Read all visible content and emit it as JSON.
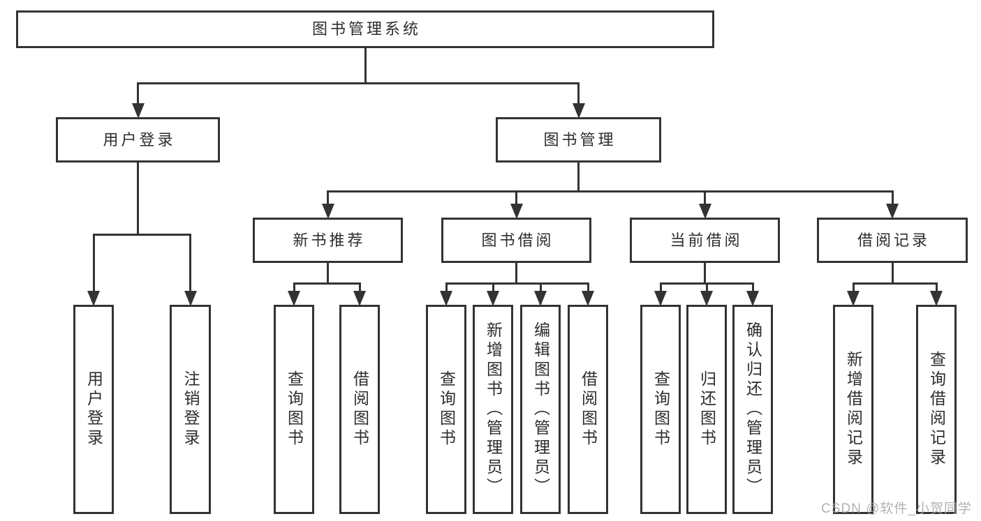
{
  "diagram_title": "图书管理系统",
  "watermark": {
    "text": "CSDN @软件_小贺同学"
  },
  "colors": {
    "background": "#ffffff",
    "line": "#333333",
    "text": "#2d2d2d",
    "box_fill": "#ffffff",
    "watermark": "#a5a5a5"
  },
  "nodes": [
    {
      "id": "root",
      "label": "图书管理系统"
    },
    {
      "id": "user-login",
      "label": "用户登录"
    },
    {
      "id": "book-mgmt",
      "label": "图书管理"
    },
    {
      "id": "new-book-rec",
      "label": "新书推荐"
    },
    {
      "id": "book-borrow",
      "label": "图书借阅"
    },
    {
      "id": "current-borrow",
      "label": "当前借阅"
    },
    {
      "id": "borrow-record",
      "label": "借阅记录"
    },
    {
      "id": "leaf-user-login",
      "label": "用户登录"
    },
    {
      "id": "leaf-logout",
      "label": "注销登录"
    },
    {
      "id": "leaf-nb-query",
      "label": "查询图书"
    },
    {
      "id": "leaf-nb-borrow",
      "label": "借阅图书"
    },
    {
      "id": "leaf-bb-query",
      "label": "查询图书"
    },
    {
      "id": "leaf-bb-add",
      "label": "新增图书（管理员）"
    },
    {
      "id": "leaf-bb-edit",
      "label": "编辑图书（管理员）"
    },
    {
      "id": "leaf-bb-borrow",
      "label": "借阅图书"
    },
    {
      "id": "leaf-cb-query",
      "label": "查询图书"
    },
    {
      "id": "leaf-cb-return",
      "label": "归还图书"
    },
    {
      "id": "leaf-cb-confirm",
      "label": "确认归还（管理员）"
    },
    {
      "id": "leaf-br-add",
      "label": "新增借阅记录"
    },
    {
      "id": "leaf-br-query",
      "label": "查询借阅记录"
    }
  ],
  "structure": [
    {
      "parent": "root",
      "children": [
        "user-login",
        "book-mgmt"
      ]
    },
    {
      "parent": "user-login",
      "children": [
        "leaf-user-login",
        "leaf-logout"
      ]
    },
    {
      "parent": "book-mgmt",
      "children": [
        "new-book-rec",
        "book-borrow",
        "current-borrow",
        "borrow-record"
      ]
    },
    {
      "parent": "new-book-rec",
      "children": [
        "leaf-nb-query",
        "leaf-nb-borrow"
      ]
    },
    {
      "parent": "book-borrow",
      "children": [
        "leaf-bb-query",
        "leaf-bb-add",
        "leaf-bb-edit",
        "leaf-bb-borrow"
      ]
    },
    {
      "parent": "current-borrow",
      "children": [
        "leaf-cb-query",
        "leaf-cb-return",
        "leaf-cb-confirm"
      ]
    },
    {
      "parent": "borrow-record",
      "children": [
        "leaf-br-add",
        "leaf-br-query"
      ]
    }
  ]
}
